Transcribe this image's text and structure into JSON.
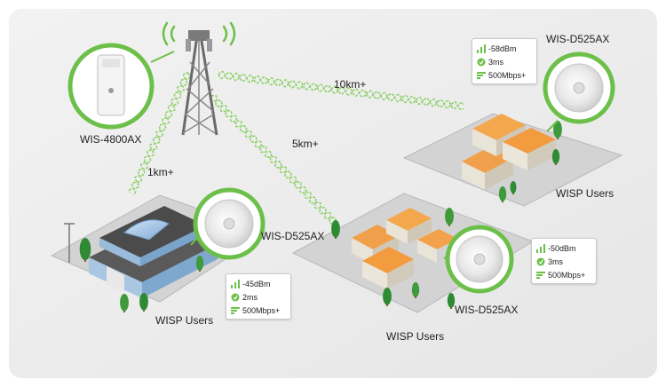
{
  "tower": {
    "device": "WIS-4800AX"
  },
  "links": [
    {
      "distance": "1km+"
    },
    {
      "distance": "5km+"
    },
    {
      "distance": "10km+"
    }
  ],
  "sites": [
    {
      "device": "WIS-D525AX",
      "users": "WISP Users",
      "stats": {
        "signal": "-45dBm",
        "latency": "2ms",
        "throughput": "500Mbps+"
      }
    },
    {
      "device": "WIS-D525AX",
      "users": "WISP Users",
      "stats": {
        "signal": "-50dBm",
        "latency": "3ms",
        "throughput": "500Mbps+"
      }
    },
    {
      "device": "WIS-D525AX",
      "users": "WISP Users",
      "stats": {
        "signal": "-58dBm",
        "latency": "3ms",
        "throughput": "500Mbps+"
      }
    }
  ],
  "colors": {
    "accent_green": "#6cc04a",
    "wave_green": "#8fd16a",
    "ground": "#cfcfcf",
    "roof_orange": "#f2a047",
    "building_blue": "#8fb6dc"
  }
}
